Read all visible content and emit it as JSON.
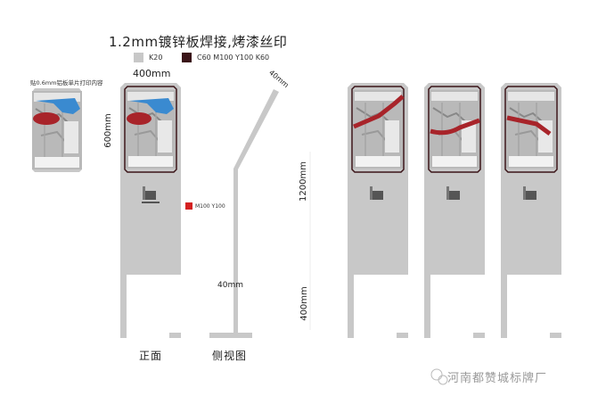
{
  "title": "1.2mm镀锌板焊接,烤漆丝印",
  "legend": [
    {
      "label": "K20",
      "color": "#c8c8c8"
    },
    {
      "label": "C60 M100 Y100 K60",
      "color": "#3a1418"
    }
  ],
  "accent_swatch": {
    "label": "M100 Y100",
    "color": "#d42020"
  },
  "panel_note": "贴0.6mm铝板单片打印内容",
  "dimensions": {
    "width": "400mm",
    "panel_height": "600mm",
    "post_width_top": "40mm",
    "post_width": "40mm",
    "body_height": "1200mm",
    "leg_height": "400mm"
  },
  "captions": {
    "front": "正面",
    "side": "侧视图"
  },
  "watermark": "河南都赞城标牌厂",
  "colors": {
    "post": "#c8c8c8",
    "frame": "#3a1418",
    "route": "#a8242a"
  }
}
